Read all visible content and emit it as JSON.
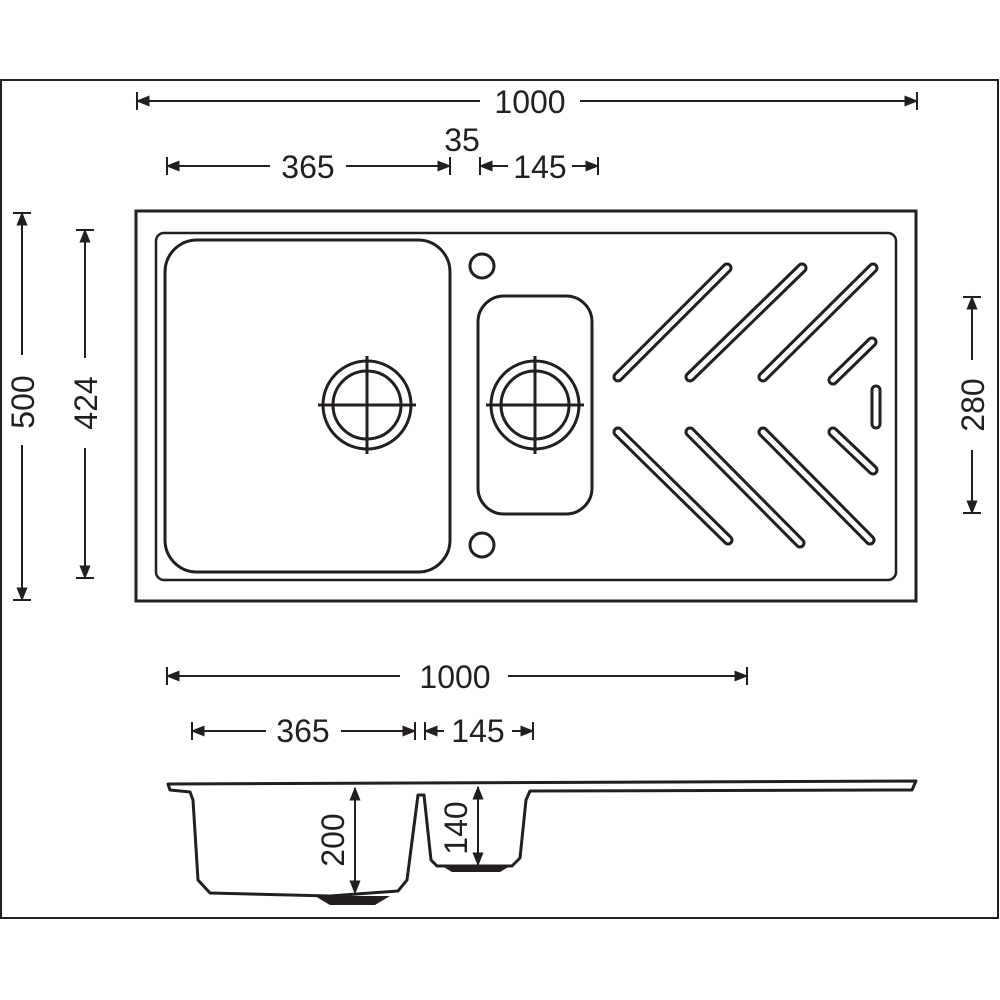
{
  "title": "Sink dimension drawing",
  "dimensions": {
    "top_total_width": "1000",
    "bowl_gap": "35",
    "top_large_bowl_width": "365",
    "top_small_bowl_width": "145",
    "total_depth": "500",
    "inner_depth": "424",
    "small_bowl_length": "280",
    "bottom_total_width": "1000",
    "bottom_large_bowl_width": "365",
    "bottom_small_bowl_width": "145",
    "large_bowl_height": "200",
    "small_bowl_height": "140"
  },
  "colors": {
    "line": "#231f20",
    "background": "#ffffff"
  }
}
